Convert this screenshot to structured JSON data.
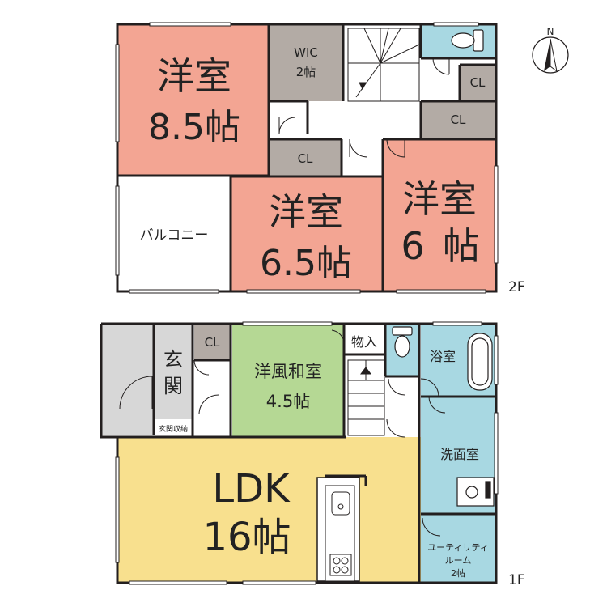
{
  "compass": {
    "label": "N"
  },
  "floor2": {
    "label": "2F",
    "rooms": {
      "western_85": {
        "name": "洋室",
        "size": "8.5帖"
      },
      "wic": {
        "name": "WIC",
        "size": "2帖"
      },
      "cl_a": {
        "name": "CL"
      },
      "cl_b": {
        "name": "CL"
      },
      "cl_c": {
        "name": "CL"
      },
      "balcony": {
        "name": "バルコニー"
      },
      "western_65": {
        "name": "洋室",
        "size": "6.5帖"
      },
      "western_6": {
        "name": "洋室",
        "size": "6",
        "unit": "帖"
      }
    }
  },
  "floor1": {
    "label": "1F",
    "rooms": {
      "genkan": {
        "name_1": "玄",
        "name_2": "関"
      },
      "genkan_storage": {
        "name": "玄関収納"
      },
      "cl": {
        "name": "CL"
      },
      "japanese": {
        "name": "洋風和室",
        "size": "4.5帖"
      },
      "storage": {
        "name": "物入"
      },
      "bath": {
        "name": "浴室"
      },
      "washroom": {
        "name": "洗面室"
      },
      "ldk": {
        "name": "LDK",
        "size": "16帖"
      },
      "utility": {
        "line_1": "ユーティリティ",
        "line_2": "ルーム",
        "line_3": "2帖"
      }
    }
  },
  "colors": {
    "western": "#F3A593",
    "closet": "#B3ABA5",
    "wet": "#A8D8E2",
    "japanese": "#B5D894",
    "ldk": "#F8E08E",
    "entrance": "#D7D7D7",
    "wall": "#231F1F"
  }
}
